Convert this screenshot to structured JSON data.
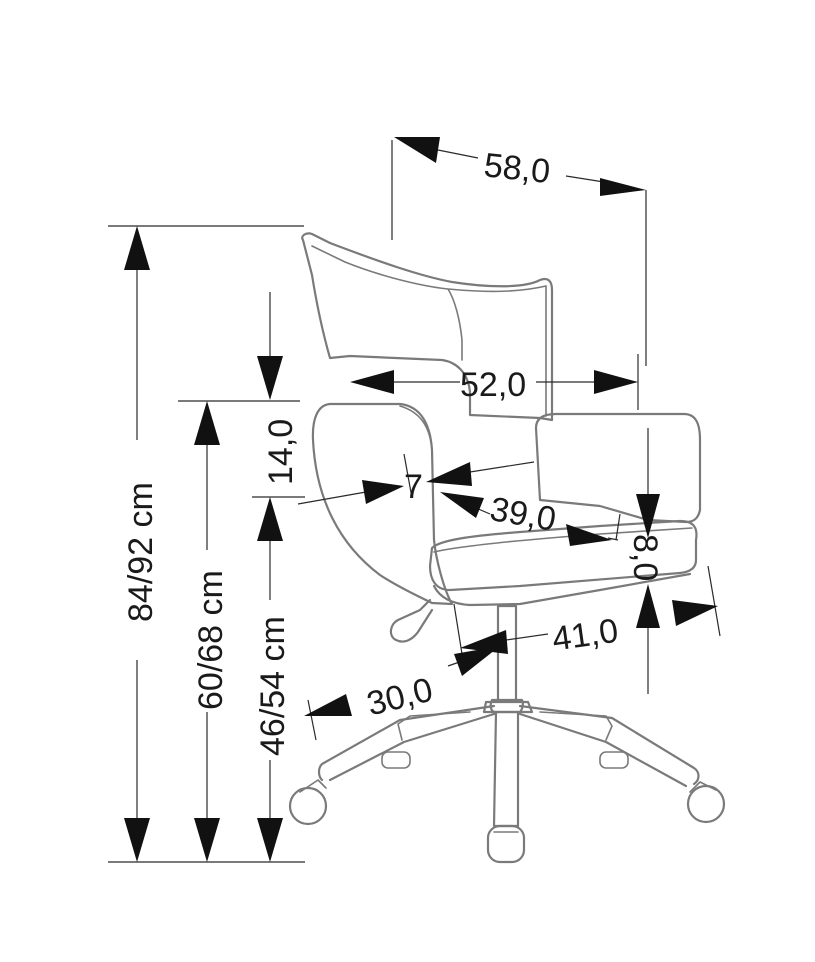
{
  "labels": {
    "overall_width": "58,0",
    "back_width": "52,0",
    "backrest_height": "14,0",
    "armrest_gap": "7",
    "seat_depth": "39,0",
    "seat_thickness": "8,0",
    "base_width": "41,0",
    "base_depth": "30,0",
    "total_height": "84/92 cm",
    "armrest_height": "60/68 cm",
    "seat_height": "46/54 cm"
  },
  "colors": {
    "outline": "#7a7a7a",
    "dimension": "#111111",
    "background": "#ffffff"
  }
}
